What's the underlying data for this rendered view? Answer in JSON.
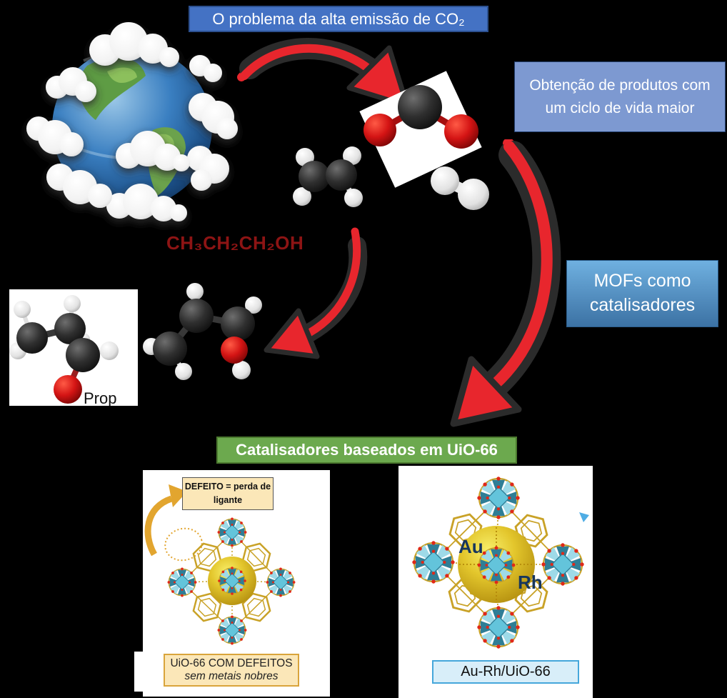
{
  "banners": {
    "problem": "O problema da alta emissão de CO₂",
    "catalysts": "Catalisadores baseados em UiO-66"
  },
  "boxes": {
    "products": "Obtenção de produtos com um ciclo de vida maior",
    "mofs": "MOFs como catalisadores"
  },
  "molecules": {
    "propanol_formula": "CH₃CH₂CH₂OH",
    "propanal_label": "Prop"
  },
  "left_panel": {
    "defect_note": "DEFEITO = perda de ligante",
    "caption_line1": "UiO-66 COM DEFEITOS",
    "caption_line2": "sem metais nobres"
  },
  "right_panel": {
    "au_label": "Au",
    "rh_label": "Rh",
    "caption": "Au-Rh/UiO-66"
  },
  "colors": {
    "banner_blue": "#4472C4",
    "products_blue": "#7D99D1",
    "mofs_blue_top": "#6FB0E0",
    "mofs_blue_bottom": "#3C72A4",
    "green_banner": "#6CA94E",
    "arrow_red": "#E8262D",
    "arrow_outline": "#2B2B2B",
    "formula_red": "#8D1414",
    "tan_box": "#FBE7B8",
    "tan_border": "#D9A43B",
    "caption_blue_bg": "#D8EEF9",
    "caption_blue_border": "#45A7DB",
    "gold_arrow": "#E2A52F",
    "gold_sphere": "#E3C62C",
    "navy_label": "#17365D",
    "cluster_teal_dark": "#2F7E96",
    "cluster_teal_light": "#9EDAE8",
    "oxygen_red": "#D41414"
  }
}
